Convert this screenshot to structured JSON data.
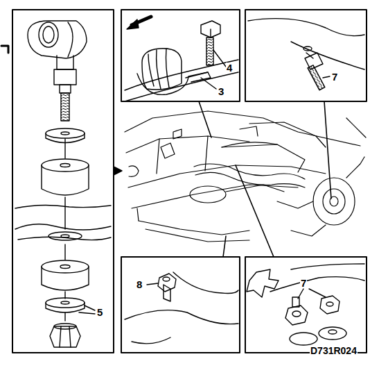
{
  "diagram": {
    "labels": [
      "4",
      "3",
      "7",
      "5",
      "8",
      "7",
      "D731R024"
    ]
  }
}
